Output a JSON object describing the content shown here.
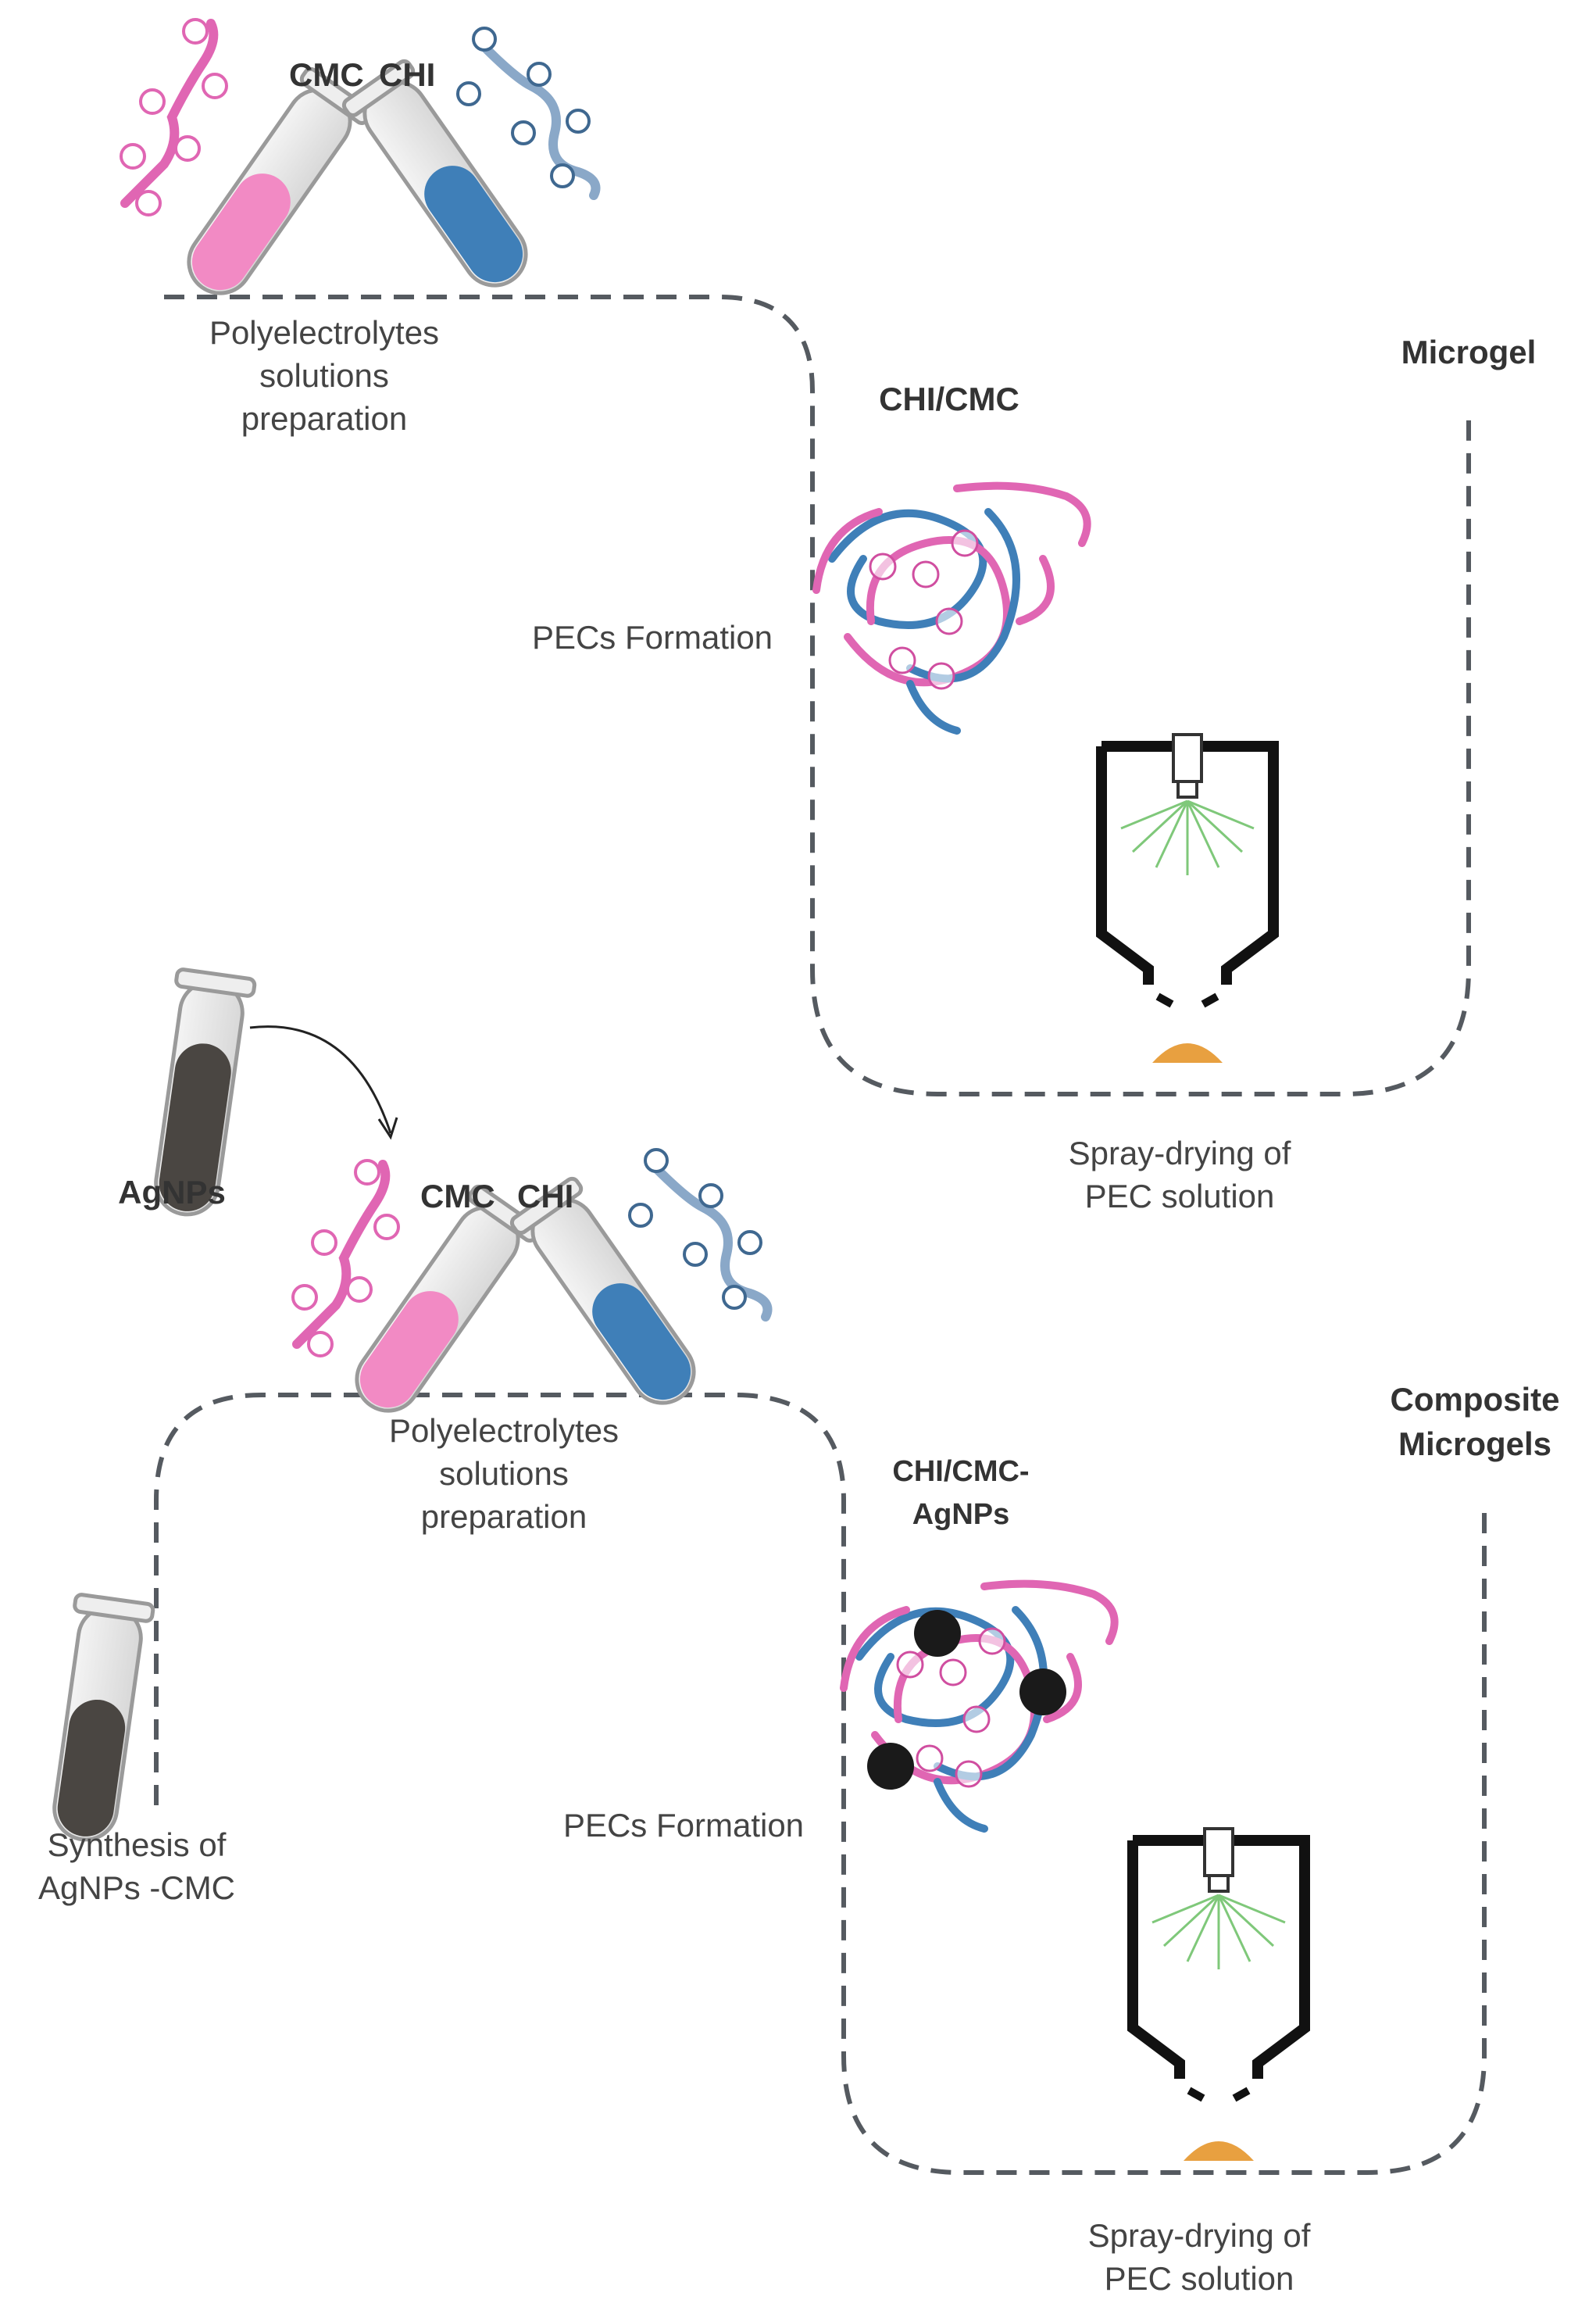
{
  "top": {
    "cmc_label": "CMC",
    "chi_label": "CHI",
    "prep_label": [
      "Polyelectrolytes",
      "solutions",
      "preparation"
    ],
    "complex_label": "CHI/CMC",
    "pec_label": "PECs Formation",
    "product_label": "Microgel",
    "spray_label": [
      "Spray-drying of",
      "PEC solution"
    ]
  },
  "bottom": {
    "agnps_label": "AgNPs",
    "cmc_label": "CMC",
    "chi_label": "CHI",
    "prep_label": [
      "Polyelectrolytes",
      "solutions",
      "preparation"
    ],
    "complex_label": [
      "CHI/CMC-",
      "AgNPs"
    ],
    "pec_label": "PECs Formation",
    "synthesis_label": [
      "Synthesis of",
      "AgNPs -CMC"
    ],
    "product_label": [
      "Composite",
      "Microgels"
    ],
    "spray_label": [
      "Spray-drying of",
      "PEC solution"
    ]
  },
  "colors": {
    "pink": "#e066b3",
    "blue": "#3f7fb8",
    "chitosan_gray_blue": "#8aa8c8",
    "dashed_line": "#555a60",
    "agnp_black": "#1a1a1a",
    "powder": "#e8a040",
    "spray_green": "#7fc87a"
  }
}
